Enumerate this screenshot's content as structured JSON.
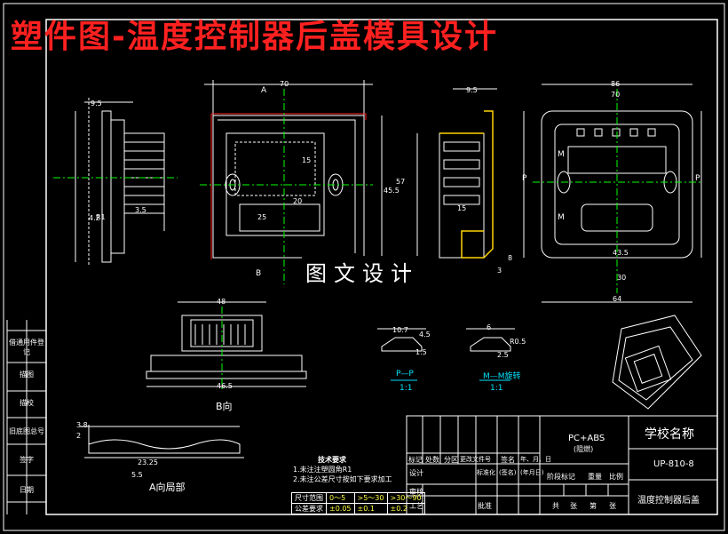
{
  "title": "塑件图-温度控制器后盖模具设计",
  "watermark": "图文设计",
  "side_labels": [
    "借通用件登记",
    "描图",
    "描校",
    "旧底图总号",
    "签字",
    "日期"
  ],
  "view_labels": {
    "b_view": "B向",
    "a_partial": "A向局部",
    "section_pp": "P—P",
    "scale_pp": "1:1",
    "section_mm": "M—M旋转",
    "scale_mm": "1:1",
    "arrow_a": "A",
    "arrow_b": "B",
    "p_left": "P",
    "p_right": "P",
    "m_top": "M",
    "m_bottom": "M"
  },
  "dimensions": [
    "9.5",
    "70",
    "9.5",
    "86",
    "70",
    "15",
    "25",
    "20",
    "15",
    "45.5",
    "4.2",
    "3.5",
    "48",
    "46.5",
    "3.8",
    "2",
    "23.25",
    "5.5",
    "10.7",
    "6",
    "R0.5",
    "4.5",
    "1.5",
    "2.5",
    "3",
    "8",
    "30",
    "64",
    "57",
    "43.5",
    "R1"
  ],
  "notes": {
    "heading": "技术要求",
    "items": [
      "1.未注注塑圆角R1",
      "2.未注公差尺寸按如下要求加工"
    ]
  },
  "tolerance_table": {
    "row1": [
      "尺寸范围",
      "0～5",
      ">5～30",
      ">30～90"
    ],
    "row2": [
      "公差要求",
      "±0.05",
      "±0.1",
      "±0.2"
    ]
  },
  "title_block": {
    "material_line1": "PC+ABS",
    "material_line2": "(阻燃)",
    "school": "学校名称",
    "drawing_no": "UP-810-8",
    "part_name": "温度控制器后盖",
    "hdr": [
      "标记",
      "处数",
      "分区",
      "更改文件号",
      "签名",
      "年、月、日"
    ],
    "hdr2": [
      "标准化",
      "(签名)",
      "(年月日)"
    ],
    "stage": [
      "阶段标记",
      "重量",
      "比例"
    ],
    "rows": [
      "设计",
      "审核",
      "工艺",
      "批准"
    ],
    "sheets": [
      "共",
      "张",
      "第",
      "张"
    ]
  }
}
